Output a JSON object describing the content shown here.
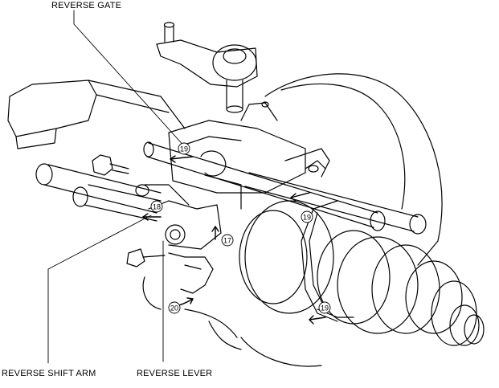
{
  "labels": {
    "reverse_gate": "REVERSE GATE",
    "reverse_shift_arm": "REVERSE SHIFT ARM",
    "reverse_lever": "REVERSE LEVER"
  },
  "callouts": [
    "19",
    "19",
    "19",
    "18",
    "17",
    "20"
  ],
  "colors": {
    "line": "#000000",
    "background": "#ffffff"
  }
}
